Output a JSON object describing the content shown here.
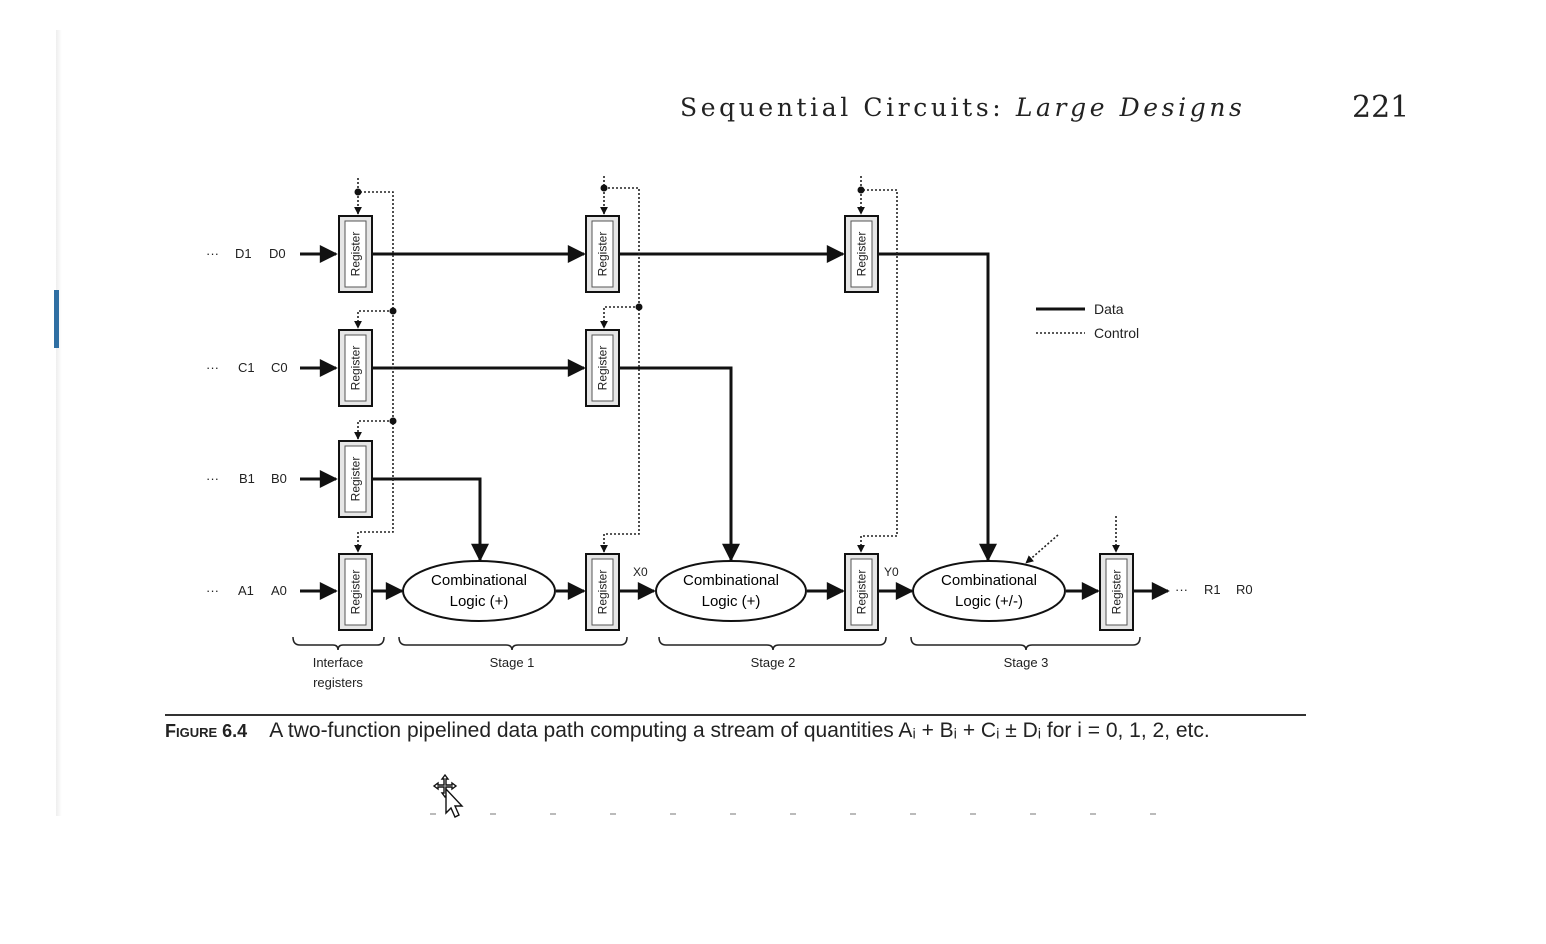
{
  "header": {
    "title_roman": "Sequential Circuits: ",
    "title_italic": "Large Designs",
    "page_number": "221"
  },
  "figure": {
    "register_label": "Register",
    "inputs": [
      {
        "prefix": "···",
        "a": "D1",
        "b": "D0"
      },
      {
        "prefix": "···",
        "a": "C1",
        "b": "C0"
      },
      {
        "prefix": "···",
        "a": "B1",
        "b": "B0"
      },
      {
        "prefix": "···",
        "a": "A1",
        "b": "A0"
      }
    ],
    "output": {
      "prefix": "···",
      "a": "R1",
      "b": "R0"
    },
    "logic_blocks": [
      {
        "line1": "Combinational",
        "line2": "Logic (+)"
      },
      {
        "line1": "Combinational",
        "line2": "Logic (+)"
      },
      {
        "line1": "Combinational",
        "line2": "Logic (+/-)"
      }
    ],
    "intermediate_labels": [
      "X0",
      "Y0"
    ],
    "legend": {
      "data": "Data",
      "control": "Control"
    },
    "stage_labels": {
      "interface_line1": "Interface",
      "interface_line2": "registers",
      "stage1": "Stage 1",
      "stage2": "Stage 2",
      "stage3": "Stage 3"
    }
  },
  "caption": {
    "label_prefix": "F",
    "label_smallcaps": "igure",
    "label_number": " 6.4",
    "text": "A two-function pipelined data path computing a stream of quantities Aᵢ + Bᵢ + Cᵢ ± Dᵢ for i = 0, 1, 2, etc."
  },
  "icons": {
    "cursor": "move-cursor-icon"
  }
}
